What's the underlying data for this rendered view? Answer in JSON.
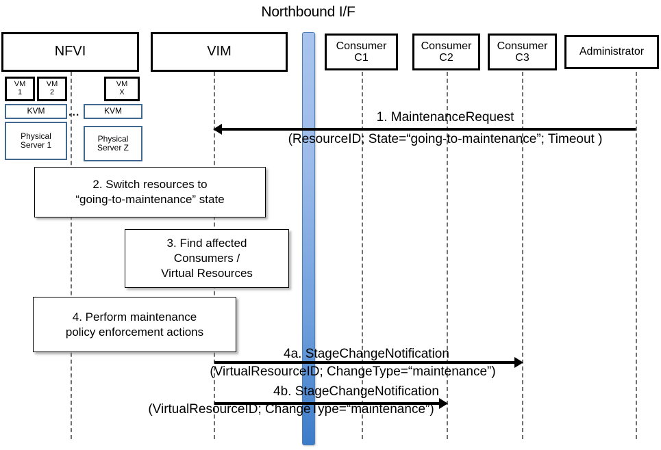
{
  "diagram": {
    "title": "Northbound I/F",
    "type": "sequence-diagram"
  },
  "actors": [
    {
      "id": "nfvi",
      "label": "NFVI"
    },
    {
      "id": "vim",
      "label": "VIM"
    },
    {
      "id": "c1",
      "label": "Consumer\nC1"
    },
    {
      "id": "c2",
      "label": "Consumer\nC2"
    },
    {
      "id": "c3",
      "label": "Consumer\nC3"
    },
    {
      "id": "admin",
      "label": "Administrator"
    }
  ],
  "infrastructure": {
    "vms": [
      {
        "label": "VM\n1"
      },
      {
        "label": "VM\n2"
      },
      {
        "label": "VM\nX"
      }
    ],
    "hypervisors": [
      {
        "label": "KVM"
      },
      {
        "label": "KVM"
      }
    ],
    "servers": [
      {
        "label": "Physical\nServer 1"
      },
      {
        "label": "Physical\nServer Z"
      }
    ],
    "ellipsis": "..."
  },
  "notes": [
    {
      "id": "note2",
      "text": "2. Switch resources to\n“going-to-maintenance” state"
    },
    {
      "id": "note3",
      "text": "3. Find affected\nConsumers /\nVirtual Resources"
    },
    {
      "id": "note4",
      "text": "4. Perform maintenance\npolicy enforcement actions"
    }
  ],
  "messages": [
    {
      "id": "msg1",
      "label": "1.   MaintenanceRequest",
      "params": "(ResourceID; State=“going-to-maintenance”; Timeout )",
      "from": "admin",
      "to": "vim",
      "direction": "left"
    },
    {
      "id": "msg4a",
      "label": "4a. StageChangeNotification",
      "params": "(VirtualResourceID; ChangeType=“maintenance”)",
      "from": "vim",
      "to": "c3",
      "direction": "right"
    },
    {
      "id": "msg4b",
      "label": "4b. StageChangeNotification",
      "params": "(VirtualResourceID; ChangeType=“maintenance”)",
      "from": "vim",
      "to": "c2",
      "direction": "right"
    }
  ],
  "colors": {
    "bar_top": "#a8c4ee",
    "bar_bottom": "#3d7cc9",
    "server_border": "#41688f",
    "lifeline": "#6f6f6f"
  }
}
